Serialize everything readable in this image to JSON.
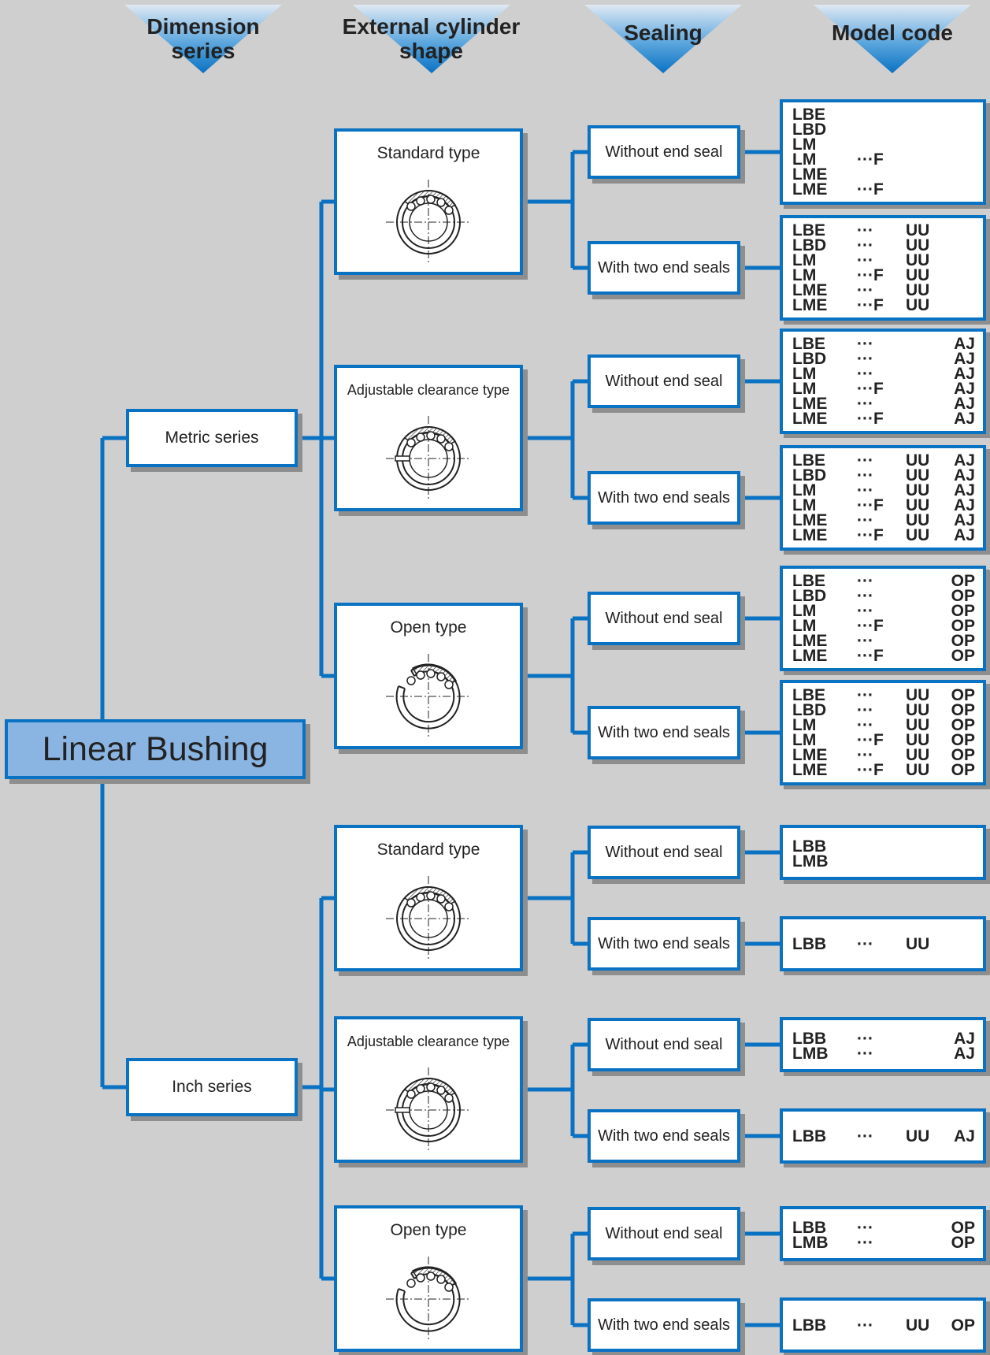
{
  "headers": {
    "dimension": "Dimension series",
    "cylinder": "External cylinder shape",
    "sealing": "Sealing",
    "model": "Model code"
  },
  "root": "Linear Bushing",
  "series": [
    {
      "label": "Metric series",
      "shapes": [
        {
          "label": "Standard type",
          "icon": "closed-bushing-cross-section-icon",
          "seals": [
            {
              "label": "Without end seal",
              "codes": [
                [
                  "LBE",
                  "",
                  "",
                  ""
                ],
                [
                  "LBD",
                  "",
                  "",
                  ""
                ],
                [
                  "LM",
                  "",
                  "",
                  ""
                ],
                [
                  "LM",
                  "···F",
                  "",
                  ""
                ],
                [
                  "LME",
                  "",
                  "",
                  ""
                ],
                [
                  "LME",
                  "···F",
                  "",
                  ""
                ]
              ]
            },
            {
              "label": "With two end seals",
              "codes": [
                [
                  "LBE",
                  "···",
                  "UU",
                  ""
                ],
                [
                  "LBD",
                  "···",
                  "UU",
                  ""
                ],
                [
                  "LM",
                  "···",
                  "UU",
                  ""
                ],
                [
                  "LM",
                  "···F",
                  "UU",
                  ""
                ],
                [
                  "LME",
                  "···",
                  "UU",
                  ""
                ],
                [
                  "LME",
                  "···F",
                  "UU",
                  ""
                ]
              ]
            }
          ]
        },
        {
          "label": "Adjustable clearance type",
          "icon": "slit-bushing-cross-section-icon",
          "seals": [
            {
              "label": "Without end seal",
              "codes": [
                [
                  "LBE",
                  "···",
                  "",
                  "AJ"
                ],
                [
                  "LBD",
                  "···",
                  "",
                  "AJ"
                ],
                [
                  "LM",
                  "···",
                  "",
                  "AJ"
                ],
                [
                  "LM",
                  "···F",
                  "",
                  "AJ"
                ],
                [
                  "LME",
                  "···",
                  "",
                  "AJ"
                ],
                [
                  "LME",
                  "···F",
                  "",
                  "AJ"
                ]
              ]
            },
            {
              "label": "With two end seals",
              "codes": [
                [
                  "LBE",
                  "···",
                  "UU",
                  "AJ"
                ],
                [
                  "LBD",
                  "···",
                  "UU",
                  "AJ"
                ],
                [
                  "LM",
                  "···",
                  "UU",
                  "AJ"
                ],
                [
                  "LM",
                  "···F",
                  "UU",
                  "AJ"
                ],
                [
                  "LME",
                  "···",
                  "UU",
                  "AJ"
                ],
                [
                  "LME",
                  "···F",
                  "UU",
                  "AJ"
                ]
              ]
            }
          ]
        },
        {
          "label": "Open type",
          "icon": "open-bushing-cross-section-icon",
          "seals": [
            {
              "label": "Without end seal",
              "codes": [
                [
                  "LBE",
                  "···",
                  "",
                  "OP"
                ],
                [
                  "LBD",
                  "···",
                  "",
                  "OP"
                ],
                [
                  "LM",
                  "···",
                  "",
                  "OP"
                ],
                [
                  "LM",
                  "···F",
                  "",
                  "OP"
                ],
                [
                  "LME",
                  "···",
                  "",
                  "OP"
                ],
                [
                  "LME",
                  "···F",
                  "",
                  "OP"
                ]
              ]
            },
            {
              "label": "With two end seals",
              "codes": [
                [
                  "LBE",
                  "···",
                  "UU",
                  "OP"
                ],
                [
                  "LBD",
                  "···",
                  "UU",
                  "OP"
                ],
                [
                  "LM",
                  "···",
                  "UU",
                  "OP"
                ],
                [
                  "LM",
                  "···F",
                  "UU",
                  "OP"
                ],
                [
                  "LME",
                  "···",
                  "UU",
                  "OP"
                ],
                [
                  "LME",
                  "···F",
                  "UU",
                  "OP"
                ]
              ]
            }
          ]
        }
      ]
    },
    {
      "label": "Inch series",
      "shapes": [
        {
          "label": "Standard type",
          "icon": "closed-bushing-cross-section-icon",
          "seals": [
            {
              "label": "Without end seal",
              "codes": [
                [
                  "LBB",
                  "",
                  "",
                  ""
                ],
                [
                  "LMB",
                  "",
                  "",
                  ""
                ]
              ]
            },
            {
              "label": "With two end seals",
              "codes": [
                [
                  "LBB",
                  "···",
                  "UU",
                  ""
                ]
              ]
            }
          ]
        },
        {
          "label": "Adjustable clearance type",
          "icon": "slit-bushing-cross-section-icon",
          "seals": [
            {
              "label": "Without end seal",
              "codes": [
                [
                  "LBB",
                  "···",
                  "",
                  "AJ"
                ],
                [
                  "LMB",
                  "···",
                  "",
                  "AJ"
                ]
              ]
            },
            {
              "label": "With two end seals",
              "codes": [
                [
                  "LBB",
                  "···",
                  "UU",
                  "AJ"
                ]
              ]
            }
          ]
        },
        {
          "label": "Open type",
          "icon": "open-bushing-cross-section-icon",
          "seals": [
            {
              "label": "Without end seal",
              "codes": [
                [
                  "LBB",
                  "···",
                  "",
                  "OP"
                ],
                [
                  "LMB",
                  "···",
                  "",
                  "OP"
                ]
              ]
            },
            {
              "label": "With two end seals",
              "codes": [
                [
                  "LBB",
                  "···",
                  "UU",
                  "OP"
                ]
              ]
            }
          ]
        }
      ]
    }
  ],
  "colors": {
    "line": "#0a72c2",
    "root_fill": "#8ab4e2",
    "background": "#cfcfcf",
    "shadow": "#8e8e8e"
  }
}
